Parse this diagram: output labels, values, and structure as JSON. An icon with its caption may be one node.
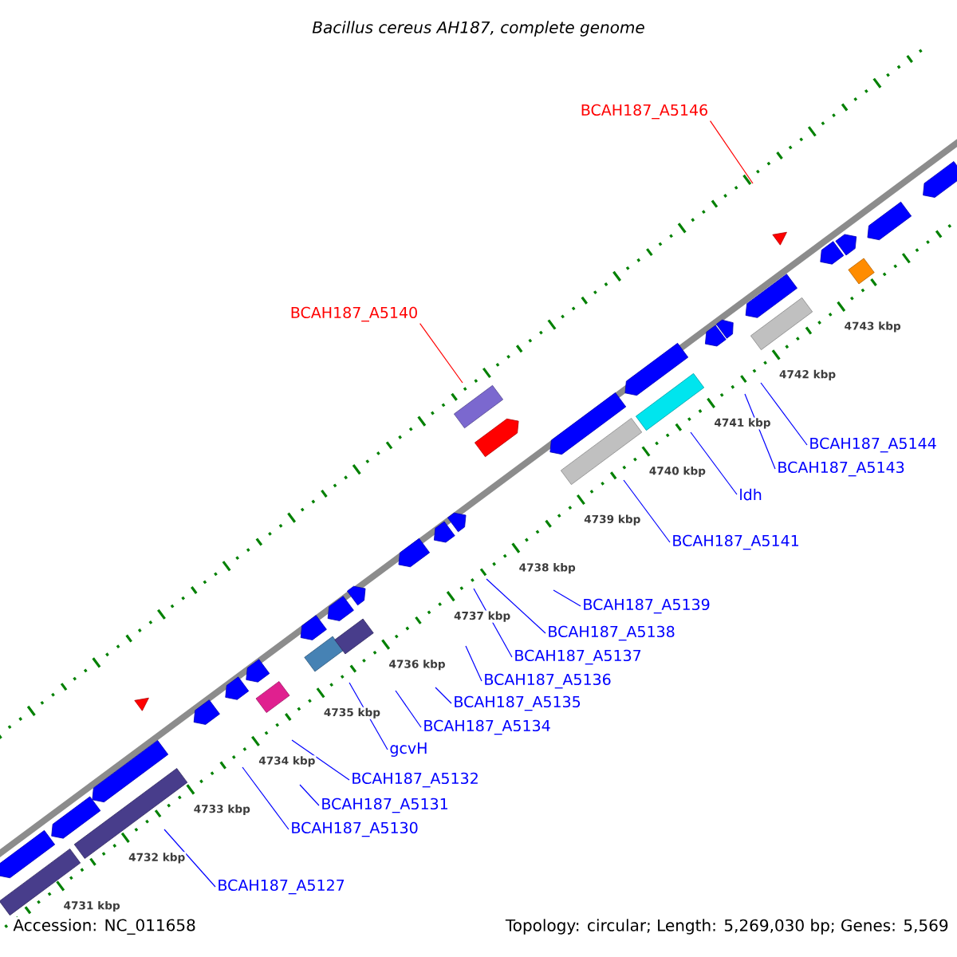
{
  "diagram": {
    "title": "*Bacillus cereus* AH187, complete genome",
    "nodes": [
      {
        "text": [
          "BCAH187_A5146"
        ]
      },
      {
        "text": [
          "BCAH187_A5140"
        ]
      },
      {
        "text": [
          "BCAH187_A5144"
        ]
      },
      {
        "text": [
          "BCAH187_A5143"
        ]
      },
      {
        "text": [
          "ldh"
        ]
      },
      {
        "text": [
          "BCAH187_A5141"
        ]
      },
      {
        "text": [
          "BCAH187_A5139"
        ]
      },
      {
        "text": [
          "BCAH187_A5138"
        ]
      },
      {
        "text": [
          "BCAH187_A5137"
        ]
      },
      {
        "text": [
          "BCAH187_A5136"
        ]
      },
      {
        "text": [
          "BCAH187_A5135"
        ]
      },
      {
        "text": [
          "BCAH187_A5134"
        ]
      },
      {
        "text": [
          "gcvH"
        ]
      },
      {
        "text": [
          "BCAH187_A5132"
        ]
      },
      {
        "text": [
          "BCAH187_A5131"
        ]
      },
      {
        "text": [
          "BCAH187_A5130"
        ]
      },
      {
        "text": [
          "BCAH187_A5127"
        ]
      }
    ],
    "edges": [
      {
        "from": 0,
        "to": null,
        "arrow": "none",
        "color": "#ff0000"
      },
      {
        "from": 1,
        "to": null,
        "arrow": "none",
        "color": "#ff0000"
      },
      {
        "from": 2,
        "to": null,
        "arrow": "none"
      },
      {
        "from": 3,
        "to": null,
        "arrow": "none"
      },
      {
        "from": 4,
        "to": null,
        "arrow": "none"
      },
      {
        "from": 5,
        "to": null,
        "arrow": "none"
      },
      {
        "from": 6,
        "to": null,
        "arrow": "none"
      },
      {
        "from": 7,
        "to": null,
        "arrow": "none"
      },
      {
        "from": 8,
        "to": null,
        "arrow": "none"
      },
      {
        "from": 9,
        "to": null,
        "arrow": "none"
      },
      {
        "from": 10,
        "to": null,
        "arrow": "none"
      },
      {
        "from": 11,
        "to": null,
        "arrow": "none"
      },
      {
        "from": 12,
        "to": null,
        "arrow": "none"
      },
      {
        "from": 13,
        "to": null,
        "arrow": "none"
      },
      {
        "from": 14,
        "to": null,
        "arrow": "none"
      },
      {
        "from": 15,
        "to": null,
        "arrow": "none"
      },
      {
        "from": 16,
        "to": null,
        "arrow": "none"
      }
    ],
    "labels": [
      "4743 kbp",
      "4742 kbp",
      "4741 kbp",
      "4740 kbp",
      "4739 kbp",
      "4738 kbp",
      "4737 kbp",
      "4736 kbp",
      "4735 kbp",
      "4734 kbp",
      "4733 kbp",
      "4732 kbp",
      "4731 kbp",
      "Accession: NC_011658",
      "Topology: circular; Length: 5,269,030 bp; Genes: 5,569"
    ]
  }
}
